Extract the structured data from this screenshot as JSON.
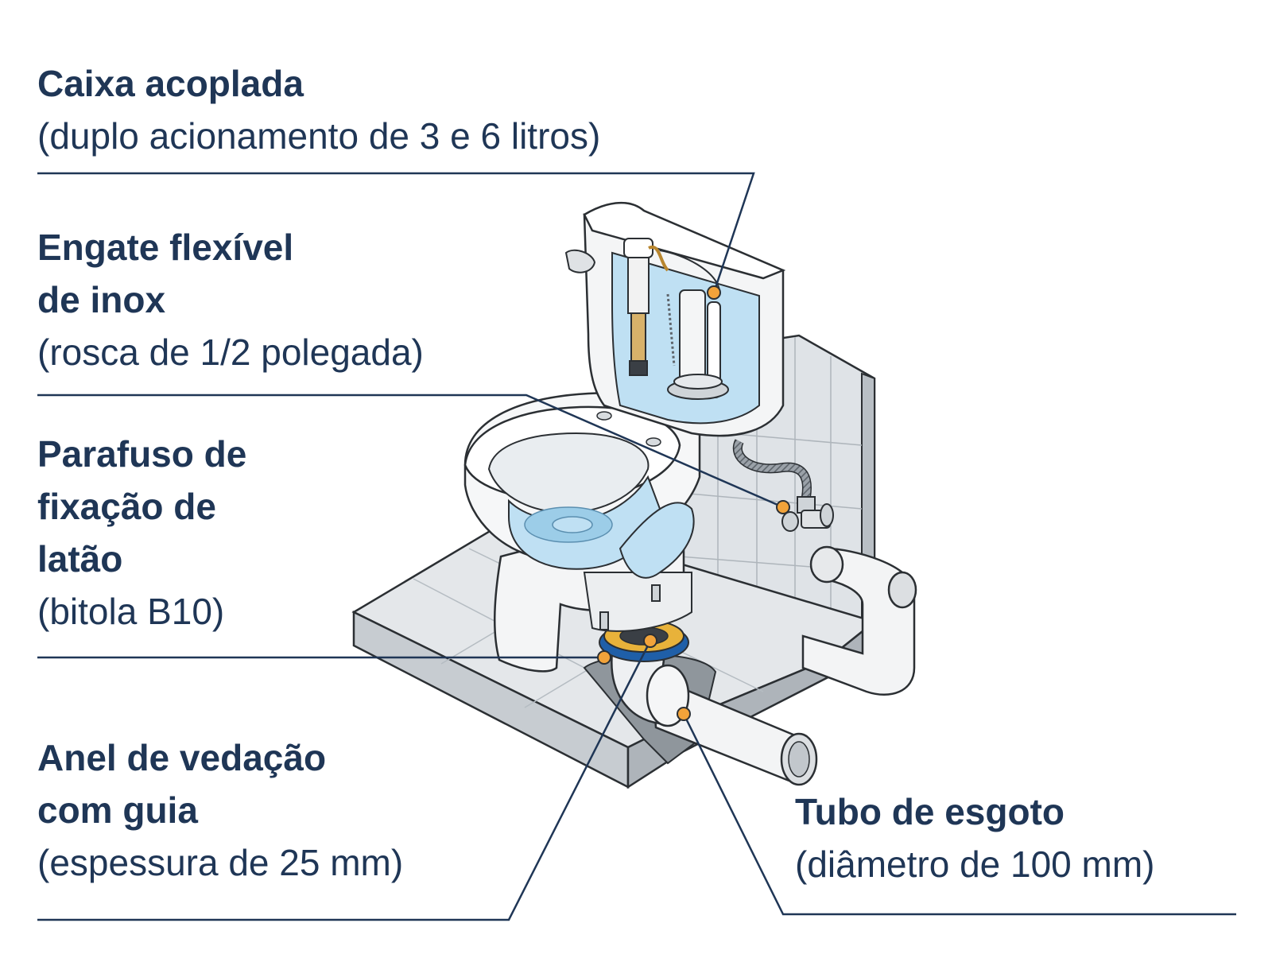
{
  "labels": {
    "caixa": {
      "title_lines": [
        "Caixa acoplada"
      ],
      "spec": "(duplo acionamento de 3 e 6 litros)"
    },
    "engate": {
      "title_lines": [
        "Engate flexível",
        "de inox"
      ],
      "spec": "(rosca de 1/2 polegada)"
    },
    "parafuso": {
      "title_lines": [
        "Parafuso de",
        "fixação de",
        "latão"
      ],
      "spec": "(bitola B10)"
    },
    "anel": {
      "title_lines": [
        "Anel de vedação",
        "com guia"
      ],
      "spec": "(espessura de 25 mm)"
    },
    "tubo": {
      "title_lines": [
        "Tubo de esgoto"
      ],
      "spec": "(diâmetro de 100 mm)"
    }
  },
  "colors": {
    "text": "#1f3656",
    "leader": "#1f3656",
    "marker": "#f2a33a",
    "water": "#bfe0f3",
    "porcelain": "#f4f5f6",
    "tile": "#dfe2e6",
    "seal_ring": "#e8b23a",
    "seal_base": "#1f5fa8"
  }
}
